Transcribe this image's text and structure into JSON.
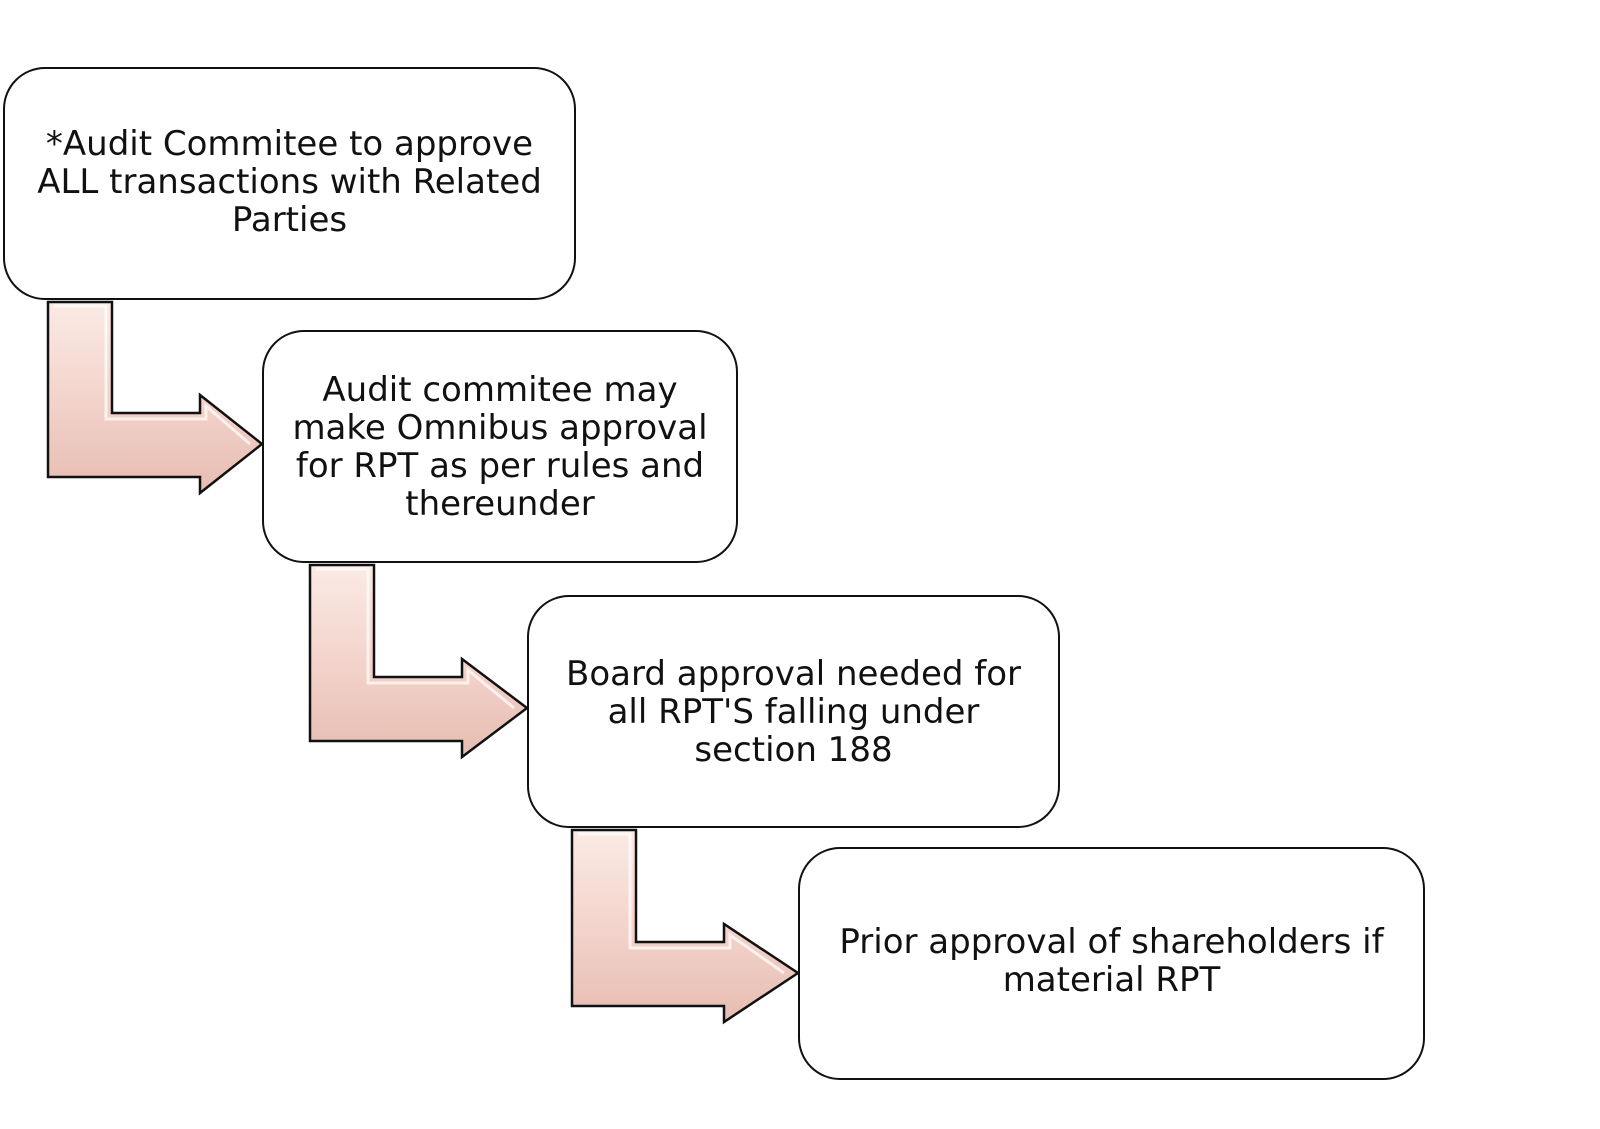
{
  "steps": [
    {
      "text": "*Audit Commitee to approve ALL transactions with Related Parties"
    },
    {
      "text": "Audit commitee may make Omnibus approval for RPT as per rules and thereunder"
    },
    {
      "text": "Board approval needed for all RPT'S falling under section 188"
    },
    {
      "text": "Prior approval of shareholders if material RPT"
    }
  ],
  "colors": {
    "arrow_fill": "#f3d4cc",
    "arrow_highlight": "#fbeae5",
    "outline": "#111111",
    "box_fill": "#ffffff"
  }
}
